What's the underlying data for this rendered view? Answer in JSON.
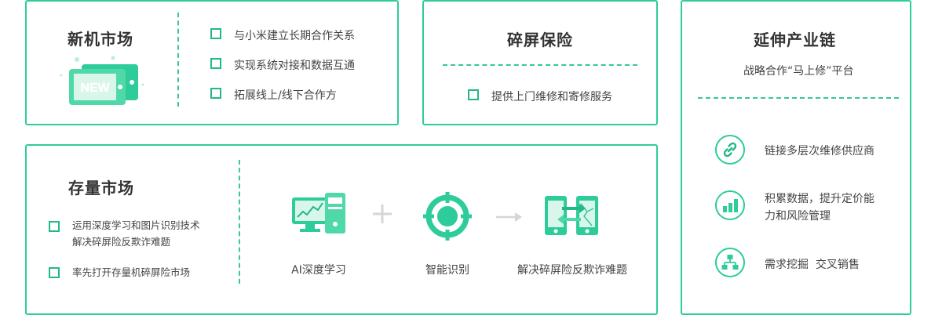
{
  "new_market": {
    "title": "新机市场",
    "badge": "NEW",
    "items": [
      "与小米建立长期合作关系",
      "实现系统对接和数据互通",
      "拓展线上/线下合作方"
    ]
  },
  "screen_insurance": {
    "title": "碎屏保险",
    "items": [
      "提供上门维修和寄修服务"
    ]
  },
  "industry_chain": {
    "title": "延伸产业链",
    "subtitle": "战略合作“马上修”平台",
    "items": [
      {
        "icon": "link-icon",
        "line1": "链接多层次维修供应商",
        "line2": ""
      },
      {
        "icon": "bar-chart-icon",
        "line1": "积累数据，提升定价能",
        "line2": "力和风险管理"
      },
      {
        "icon": "network-icon",
        "line1": "需求挖掘  交叉销售",
        "line2": ""
      }
    ]
  },
  "stock_market": {
    "title": "存量市场",
    "items": [
      {
        "line1": "运用深度学习和图片识别技术",
        "line2": "解决碎屏险反欺诈难题"
      },
      {
        "line1": "率先打开存量机碎屏险市场",
        "line2": ""
      }
    ],
    "steps": [
      "AI深度学习",
      "智能识别",
      "解决碎屏险反欺诈难题"
    ]
  },
  "colors": {
    "accent": "#2ecc9a",
    "accent_dark": "#22b889",
    "accent_light": "#8ee8c4"
  }
}
